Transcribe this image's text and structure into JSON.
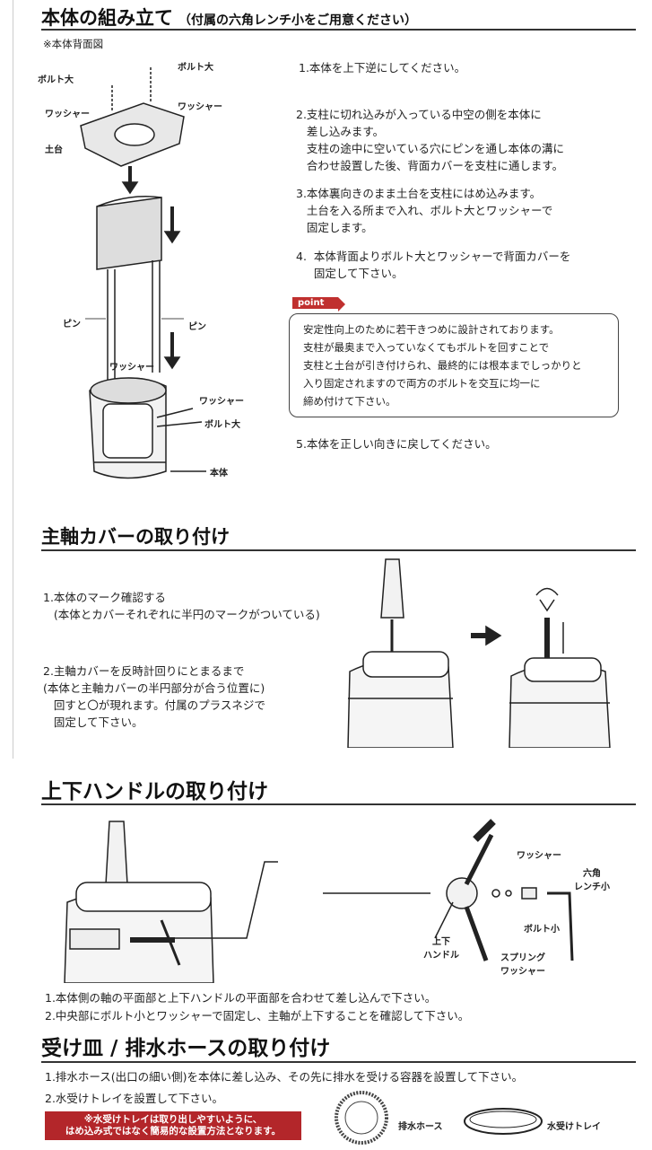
{
  "section1": {
    "title": "本体の組み立て",
    "subtitle": "（付属の六角レンチ小をご用意ください）",
    "diagram_caption": "※本体背面図",
    "labels": {
      "bolt_large_left": "ボルト大",
      "bolt_large_top": "ボルト大",
      "washer_left": "ワッシャー",
      "washer_right": "ワッシャー",
      "base": "土台",
      "pin_left": "ピン",
      "pin_right": "ピン",
      "washer_mid": "ワッシャー",
      "washer_lower": "ワッシャー",
      "bolt_large_lower": "ボルト大",
      "body": "本体"
    },
    "steps": [
      "1.本体を上下逆にしてください。",
      "2.支柱に切れ込みが入っている中空の側を本体に\n   差し込みます。\n   支柱の途中に空いている穴にピンを通し本体の溝に\n   合わせ設置した後、背面カバーを支柱に通します。",
      "3.本体裏向きのまま土台を支柱にはめ込みます。\n   土台を入る所まで入れ、ボルト大とワッシャーで\n   固定します。",
      "4.  本体背面よりボルト大とワッシャーで背面カバーを\n     固定して下さい。",
      "5.本体を正しい向きに戻してください。"
    ],
    "point_label": "point",
    "point_text": "安定性向上のために若干きつめに設計されております。\n支柱が最奥まで入っていなくてもボルトを回すことで\n支柱と土台が引き付けられ、最終的には根本までしっかりと\n入り固定されますので両方のボルトを交互に均一に\n締め付けて下さい。"
  },
  "section2": {
    "title": "主軸カバーの取り付け",
    "steps": [
      "1.本体のマーク確認する\n   (本体とカバーそれぞれに半円のマークがついている)",
      "2.主軸カバーを反時計回りにとまるまで\n(本体と主軸カバーの半円部分が合う位置に)\n   回すと〇が現れます。付属のプラスネジで\n   固定して下さい。"
    ]
  },
  "section3": {
    "title": "上下ハンドルの取り付け",
    "labels": {
      "washer": "ワッシャー",
      "hex_wrench": "六角\nレンチ小",
      "bolt_small": "ボルト小",
      "handle": "上下\nハンドル",
      "spring_washer": "スプリング\nワッシャー"
    },
    "steps": [
      "1.本体側の軸の平面部と上下ハンドルの平面部を合わせて差し込んで下さい。",
      "2.中央部にボルト小とワッシャーで固定し、主軸が上下することを確認して下さい。"
    ]
  },
  "section4": {
    "title": "受け皿 / 排水ホースの取り付け",
    "steps": [
      "1.排水ホース(出口の細い側)を本体に差し込み、その先に排水を受ける容器を設置して下さい。",
      "2.水受けトレイを設置して下さい。"
    ],
    "note": "※水受けトレイは取り出しやすいように、\nはめ込み式ではなく簡易的な設置方法となります。",
    "labels": {
      "drain_hose": "排水ホース",
      "water_tray": "水受けトレイ"
    }
  }
}
